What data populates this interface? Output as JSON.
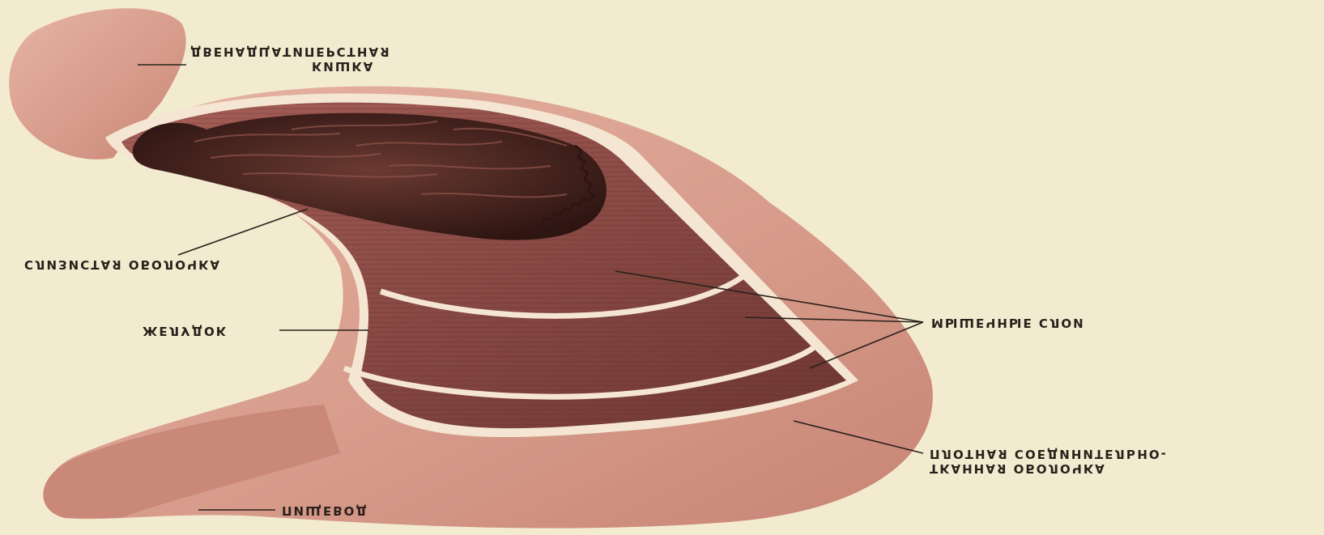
{
  "labels": {
    "duodenum": [
      "КИШКА",
      "ДВЕНАДЦАТИПЕРСТНАЯ"
    ],
    "mucosa": "СЛИЗИСТАЯ ОБОЛОЧКА",
    "stomach": "ЖЕЛУДОК",
    "muscle_layers": "МЫШЕЧНЫЕ СЛОИ",
    "serosa": [
      "ТКАННАЯ ОБОЛОЧКА",
      "ПЛОТНАЯ СОЕДИНИТЕЛЬНО-"
    ],
    "esophagus": "ПИЩЕВОД"
  },
  "colors": {
    "background": "#f3ebd0",
    "outer_tissue": "#d9a190",
    "muscle": "#8a4a45",
    "mucosa": "#4a2520",
    "membrane": "#f4e6d2",
    "line": "#2a211c"
  }
}
